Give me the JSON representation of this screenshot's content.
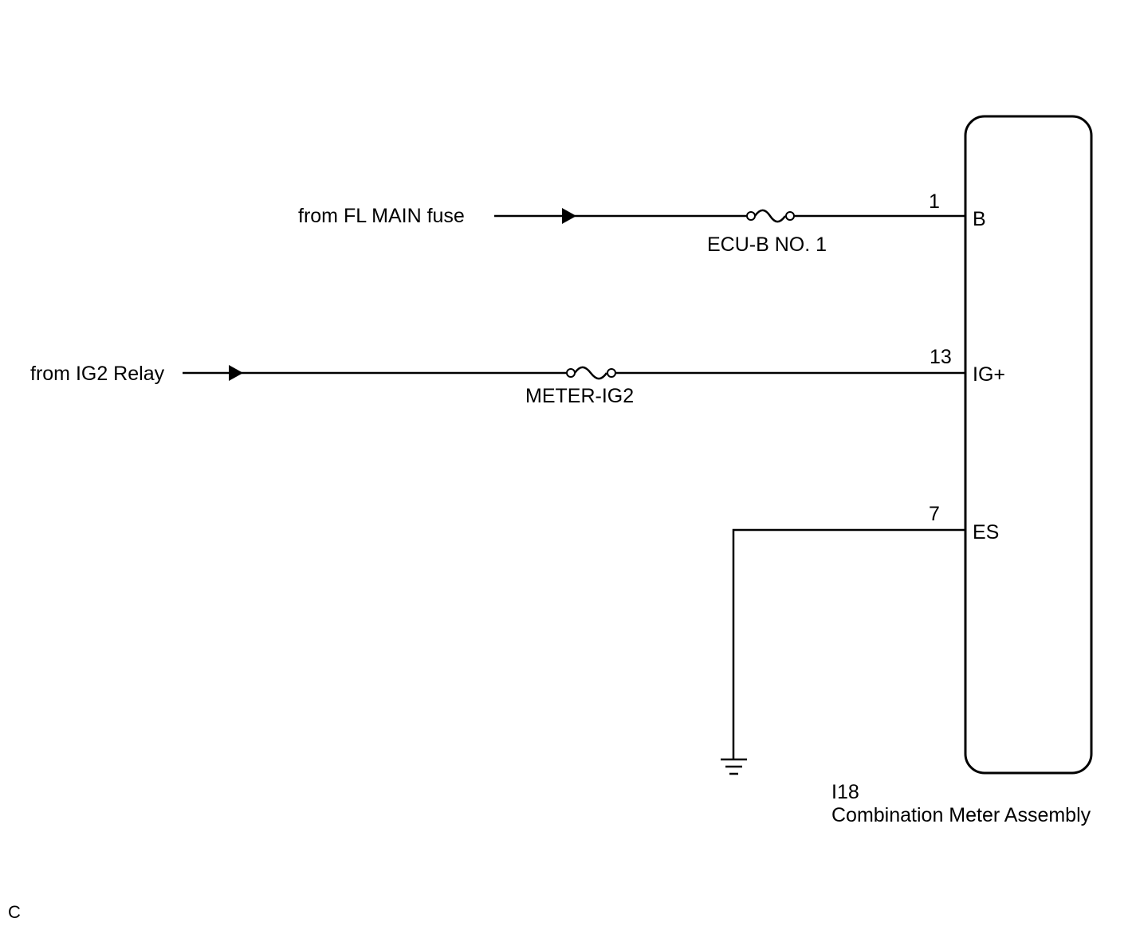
{
  "sources": {
    "fl_main": "from FL MAIN fuse",
    "ig2_relay": "from IG2 Relay"
  },
  "fuses": {
    "ecu_b": "ECU-B NO. 1",
    "meter_ig2": "METER-IG2"
  },
  "component": {
    "code": "I18",
    "name": "Combination Meter Assembly",
    "pins": [
      {
        "number": "1",
        "terminal": "B"
      },
      {
        "number": "13",
        "terminal": "IG+"
      },
      {
        "number": "7",
        "terminal": "ES"
      }
    ]
  },
  "corner_mark": "C",
  "colors": {
    "wire": "#000000",
    "background": "#ffffff"
  }
}
